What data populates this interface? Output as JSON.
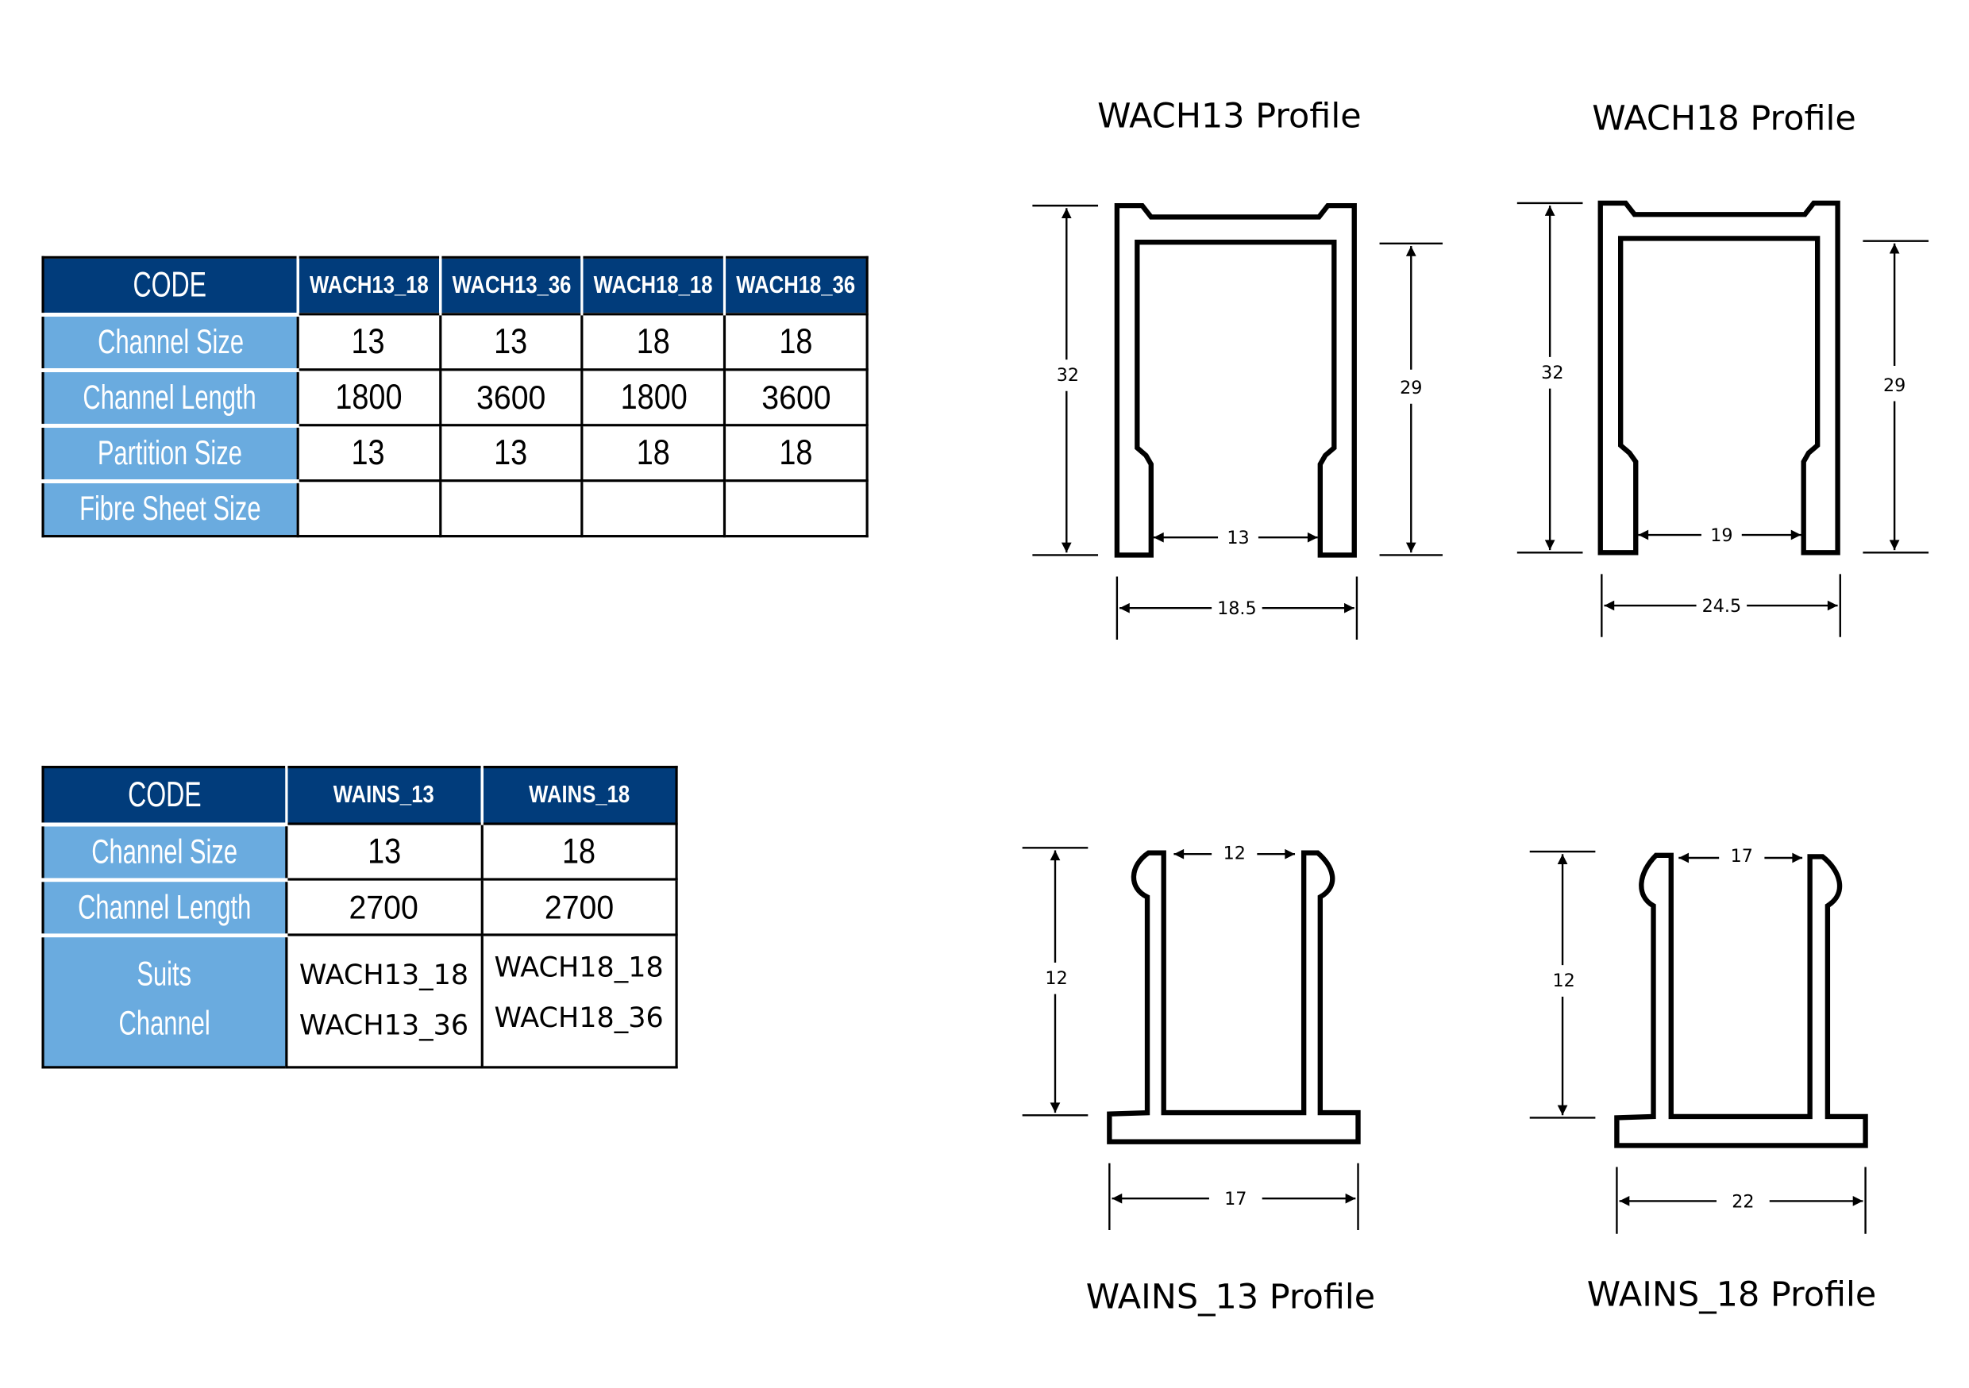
{
  "table_channels": {
    "code_label": "CODE",
    "columns": [
      "WACH13_18",
      "WACH13_36",
      "WACH18_18",
      "WACH18_36"
    ],
    "rows": [
      {
        "label": "Channel Size",
        "values": [
          "13",
          "13",
          "18",
          "18"
        ]
      },
      {
        "label": "Channel Length",
        "values": [
          "1800",
          "3600",
          "1800",
          "3600"
        ]
      },
      {
        "label": "Partition Size",
        "values": [
          "13",
          "13",
          "18",
          "18"
        ]
      },
      {
        "label": "Fibre Sheet Size",
        "values": [
          "",
          "",
          "",
          ""
        ]
      }
    ]
  },
  "table_inserts": {
    "code_label": "CODE",
    "columns": [
      "WAINS_13",
      "WAINS_18"
    ],
    "rows": [
      {
        "label": "Channel Size",
        "values": [
          "13",
          "18"
        ]
      },
      {
        "label": "Channel Length",
        "values": [
          "2700",
          "2700"
        ]
      }
    ],
    "suits": {
      "label_line1": "Suits",
      "label_line2": "Channel",
      "values": [
        [
          "WACH13_18",
          "WACH13_36"
        ],
        [
          "WACH18_18",
          "WACH18_36"
        ]
      ]
    }
  },
  "profiles": {
    "wach13": {
      "title": "WACH13 Profile",
      "height_outer": "32",
      "height_inner": "29",
      "inner_width": "13",
      "outer_width": "18.5"
    },
    "wach18": {
      "title": "WACH18 Profile",
      "height_outer": "32",
      "height_inner": "29",
      "inner_width": "19",
      "outer_width": "24.5"
    },
    "wains13": {
      "title": "WAINS_13 Profile",
      "height": "12",
      "gap": "12",
      "base_width": "17"
    },
    "wains18": {
      "title": "WAINS_18 Profile",
      "height": "12",
      "gap": "17",
      "base_width": "22"
    }
  },
  "colors": {
    "header_dark_blue": "#013c7b",
    "row_label_light_blue": "#6aabdf"
  }
}
